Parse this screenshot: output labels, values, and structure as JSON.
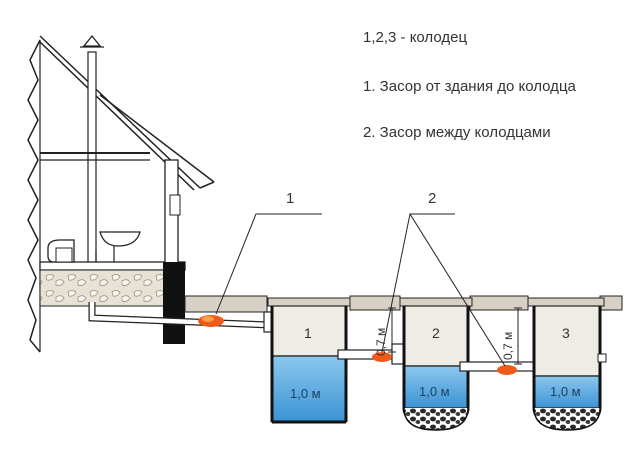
{
  "legend": {
    "title": "1,2,3 - колодец",
    "item1": "1. Засор от здания до колодца",
    "item2": "2. Засор между колодцами"
  },
  "callouts": {
    "one": "1",
    "two": "2"
  },
  "wells": [
    {
      "number": "1",
      "water_label": "1,0 м"
    },
    {
      "number": "2",
      "water_label": "1,0 м",
      "depth_label": "0,7 м"
    },
    {
      "number": "3",
      "water_label": "1,0 м",
      "depth_label": "0,7 м"
    }
  ],
  "colors": {
    "line": "#222222",
    "water": "#4aa3dd",
    "water_light": "#8cc8ee",
    "clog": "#f05a1a",
    "ground": "#cfc6b8",
    "well_wall": "#ece9e2"
  }
}
